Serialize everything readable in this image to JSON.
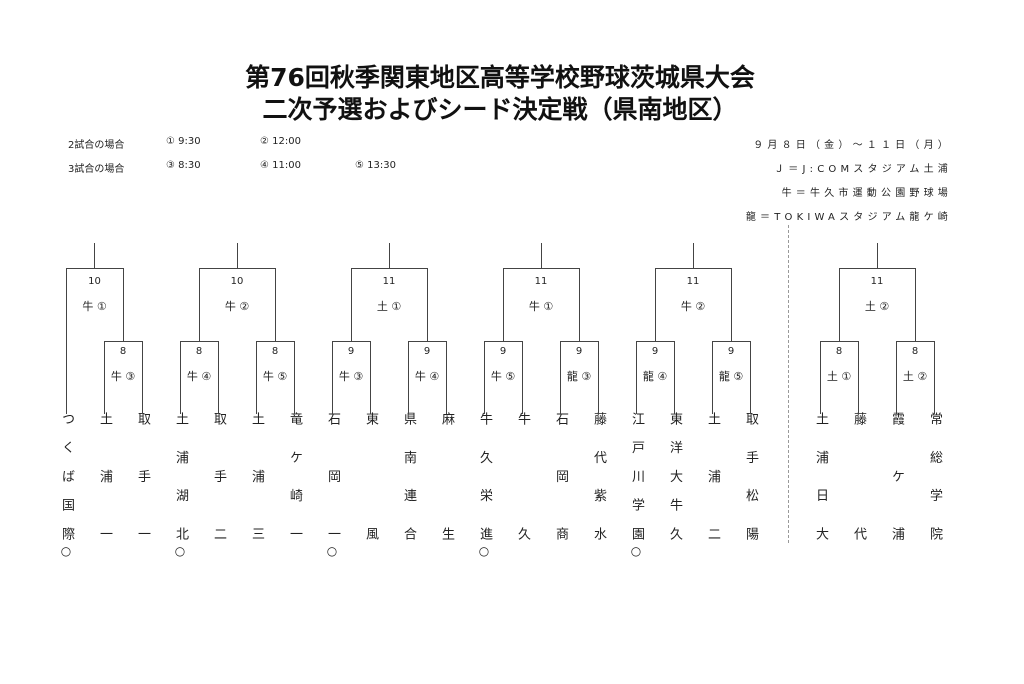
{
  "header": {
    "title_line1": "第76回秋季関東地区高等学校野球茨城県大会",
    "title_line2": "二次予選およびシード決定戦（県南地区）"
  },
  "schedule": {
    "two_games_label": "2試合の場合",
    "two_games": [
      "① 9:30",
      "② 12:00"
    ],
    "three_games_label": "3試合の場合",
    "three_games": [
      "③ 8:30",
      "④ 11:00",
      "⑤ 13:30"
    ]
  },
  "venue_info": {
    "dates": "９月８日（金）～１１日（月）",
    "venues": [
      "Ｊ＝J:COMスタジアム土浦",
      "牛＝牛久市運動公園野球場",
      "龍＝TOKIWAスタジアム龍ケ崎"
    ]
  },
  "brackets": [
    {
      "final": {
        "day": "10",
        "slot": "牛 ①"
      },
      "subs": [
        {
          "day": "8",
          "slot": "牛 ③"
        }
      ]
    },
    {
      "final": {
        "day": "10",
        "slot": "牛 ②"
      },
      "subs": [
        {
          "day": "8",
          "slot": "牛 ④"
        },
        {
          "day": "8",
          "slot": "牛 ⑤"
        }
      ]
    },
    {
      "final": {
        "day": "11",
        "slot": "土 ①"
      },
      "subs": [
        {
          "day": "9",
          "slot": "牛 ③"
        },
        {
          "day": "9",
          "slot": "牛 ④"
        }
      ]
    },
    {
      "final": {
        "day": "11",
        "slot": "牛 ①"
      },
      "subs": [
        {
          "day": "9",
          "slot": "牛 ⑤"
        },
        {
          "day": "9",
          "slot": "龍 ③"
        }
      ]
    },
    {
      "final": {
        "day": "11",
        "slot": "牛 ②"
      },
      "subs": [
        {
          "day": "9",
          "slot": "龍 ④"
        },
        {
          "day": "9",
          "slot": "龍 ⑤"
        }
      ]
    },
    {
      "final": {
        "day": "11",
        "slot": "土 ②"
      },
      "subs": [
        {
          "day": "8",
          "slot": "土 ①"
        },
        {
          "day": "8",
          "slot": "土 ②"
        }
      ]
    }
  ],
  "teams": [
    {
      "name": "つくば国際",
      "mark": "○"
    },
    {
      "name": "土浦一",
      "mark": ""
    },
    {
      "name": "取手一",
      "mark": ""
    },
    {
      "name": "土浦湖北",
      "mark": "○"
    },
    {
      "name": "取手二",
      "mark": ""
    },
    {
      "name": "土浦三",
      "mark": ""
    },
    {
      "name": "竜ケ崎一",
      "mark": ""
    },
    {
      "name": "石岡一",
      "mark": "○"
    },
    {
      "name": "東風",
      "mark": ""
    },
    {
      "name": "県南連合",
      "mark": ""
    },
    {
      "name": "麻生",
      "mark": ""
    },
    {
      "name": "牛久栄進",
      "mark": "○"
    },
    {
      "name": "牛久",
      "mark": ""
    },
    {
      "name": "石岡商",
      "mark": ""
    },
    {
      "name": "藤代紫水",
      "mark": ""
    },
    {
      "name": "江戸川学園",
      "mark": "○"
    },
    {
      "name": "東洋大牛久",
      "mark": ""
    },
    {
      "name": "土浦二",
      "mark": ""
    },
    {
      "name": "取手松陽",
      "mark": ""
    },
    {
      "name": "土浦日大",
      "mark": ""
    },
    {
      "name": "藤代",
      "mark": ""
    },
    {
      "name": "霞ケ浦",
      "mark": ""
    },
    {
      "name": "常総学院",
      "mark": ""
    }
  ]
}
